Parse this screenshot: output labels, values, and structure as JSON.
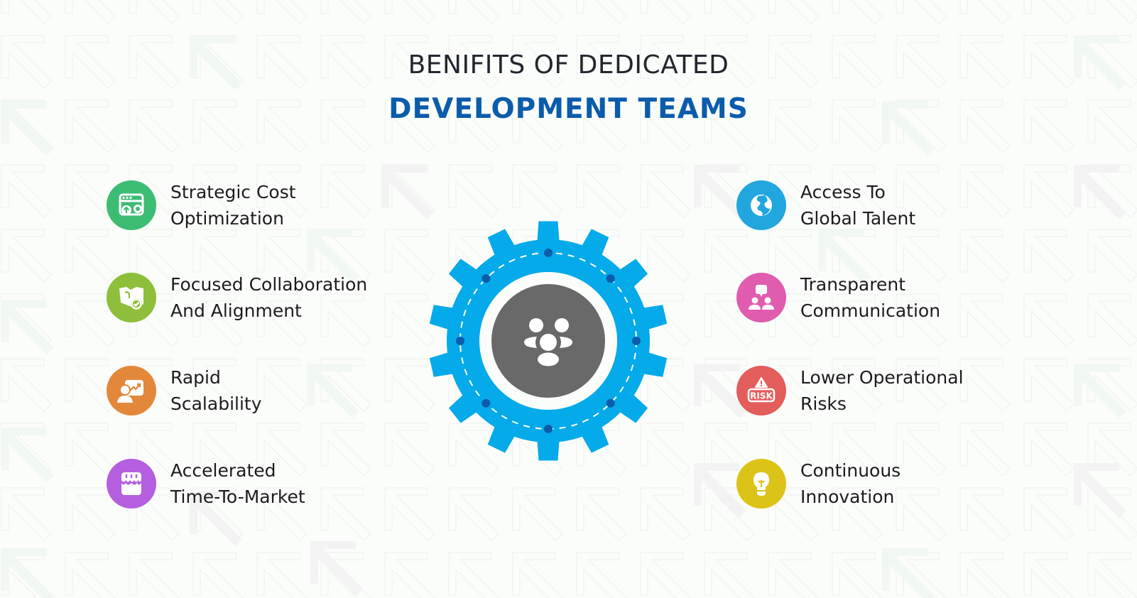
{
  "title": {
    "line1": "BENIFITS OF DEDICATED",
    "line2": "DEVELOPMENT TEAMS"
  },
  "colors": {
    "background": "#fbfdfb",
    "title_dark": "#23262e",
    "title_blue": "#0b5cab",
    "gear_blue": "#04aaea",
    "gear_dots": "#0b5cab",
    "gear_center": "#696969"
  },
  "center": {
    "icon": "team-icon"
  },
  "benefits_left": [
    {
      "line1": "Strategic Cost",
      "line2": "Optimization",
      "icon": "cost-optimization-icon",
      "color": "#3dbc74"
    },
    {
      "line1": "Focused Collaboration",
      "line2": "And Alignment",
      "icon": "handshake-check-icon",
      "color": "#8dbf3a"
    },
    {
      "line1": "Rapid",
      "line2": "Scalability",
      "icon": "growth-presentation-icon",
      "color": "#e3883a"
    },
    {
      "line1": "Accelerated",
      "line2": "Time-To-Market",
      "icon": "storefront-icon",
      "color": "#b55fe0"
    }
  ],
  "benefits_right": [
    {
      "line1": "Access To",
      "line2": "Global Talent",
      "icon": "globe-icon",
      "color": "#21a6de"
    },
    {
      "line1": "Transparent",
      "line2": "Communication",
      "icon": "communication-icon",
      "color": "#e05caf"
    },
    {
      "line1": "Lower Operational",
      "line2": "Risks",
      "icon": "risk-warning-icon",
      "color": "#e35d5b"
    },
    {
      "line1": "Continuous",
      "line2": "Innovation",
      "icon": "lightbulb-icon",
      "color": "#dcc318"
    }
  ]
}
